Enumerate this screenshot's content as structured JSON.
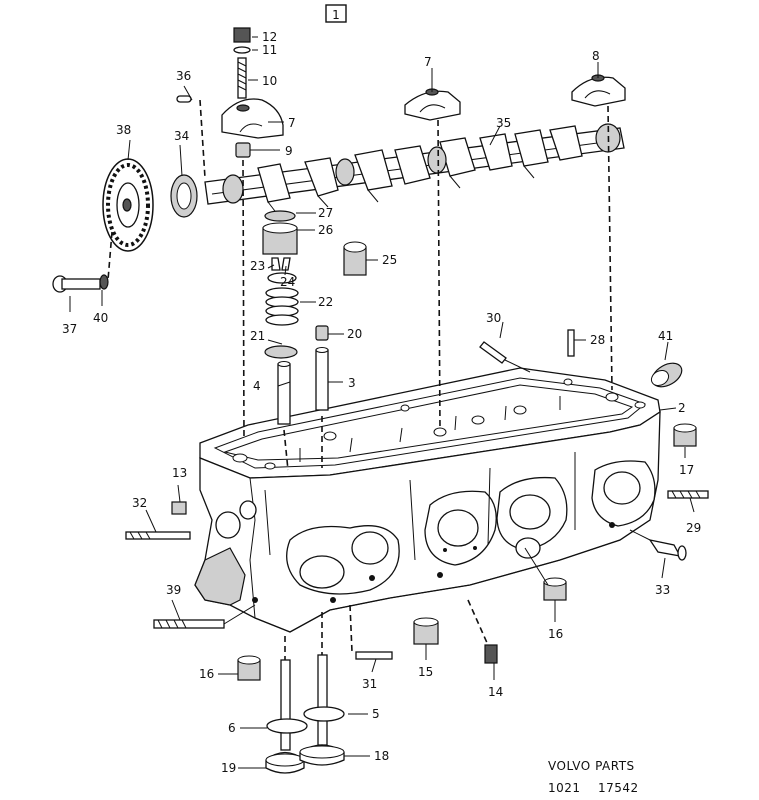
{
  "diagram": {
    "group_number": "1",
    "footer": {
      "brand": "VOLVO PARTS",
      "code_left": "1021",
      "code_right": "17542"
    },
    "callouts": {
      "c1": "2",
      "c2": "3",
      "c3": "4",
      "c4": "5",
      "c5": "6",
      "c6": "7",
      "c7": "7",
      "c8": "8",
      "c9": "9",
      "c10": "10",
      "c11": "11",
      "c12": "12",
      "c13": "13",
      "c14": "14",
      "c15": "15",
      "c16": "16",
      "c17": "16",
      "c18": "16",
      "c19": "17",
      "c20": "18",
      "c21": "19",
      "c22": "20",
      "c23": "21",
      "c24": "22",
      "c25": "23",
      "c26": "24",
      "c27": "25",
      "c28": "26",
      "c29": "27",
      "c30": "28",
      "c31": "29",
      "c32": "30",
      "c33": "31",
      "c34": "32",
      "c35": "33",
      "c36": "34",
      "c37": "35",
      "c38": "36",
      "c39": "37",
      "c40": "38",
      "c41": "39",
      "c42": "40",
      "c43": "41"
    }
  }
}
